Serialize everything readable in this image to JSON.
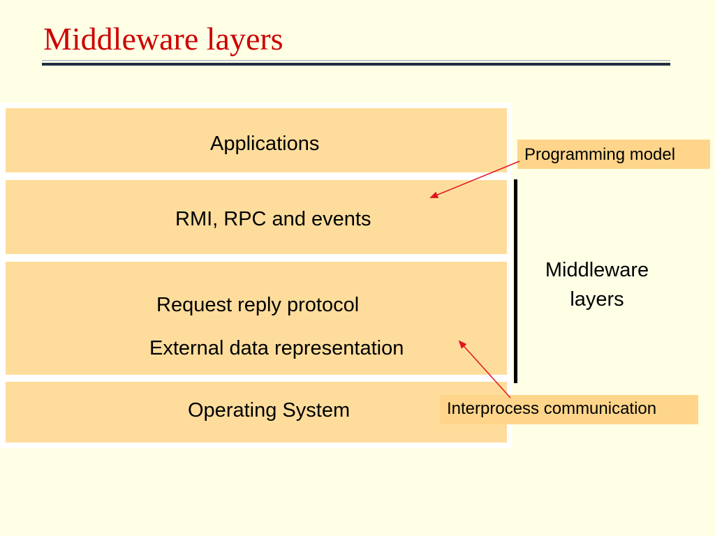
{
  "slide": {
    "title": "Middleware layers"
  },
  "layers": [
    {
      "label": "Applications"
    },
    {
      "label": "RMI, RPC and events"
    },
    {
      "label": "Request reply protocol",
      "label2": "External data representation"
    },
    {
      "label": "Operating System"
    }
  ],
  "middleware_bracket": {
    "label_line1": "Middleware",
    "label_line2": "layers"
  },
  "callouts": {
    "programming_model": "Programming model",
    "interprocess_communication": "Interprocess communication"
  },
  "colors": {
    "background": "#ffffe6",
    "layer_fill": "#fedd9c",
    "callout_fill": "#fed58a",
    "title": "#cc0000",
    "arrow": "#e0141e"
  }
}
